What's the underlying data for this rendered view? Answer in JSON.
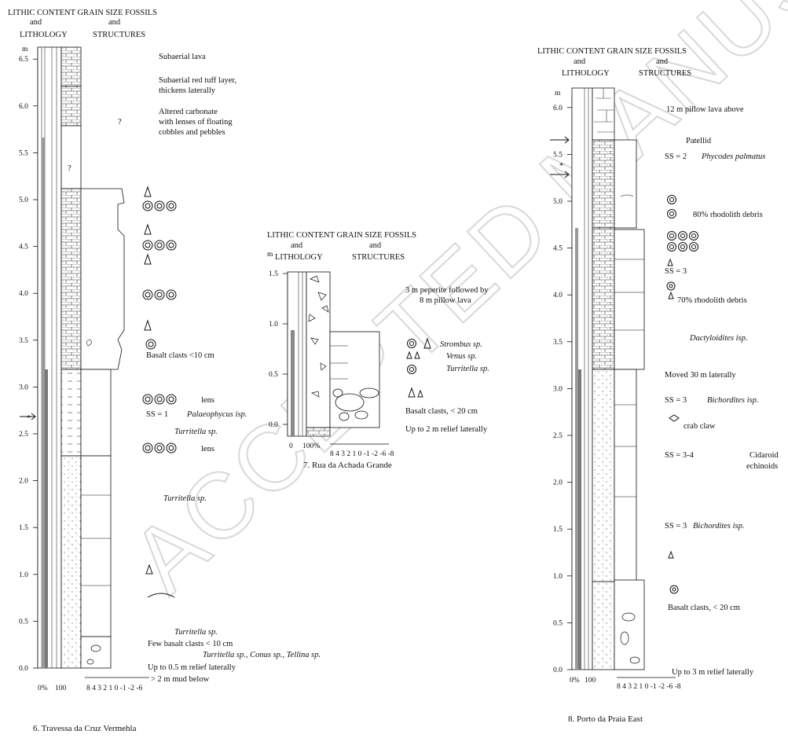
{
  "watermark": "ACCEPTED MANUSCRIPT",
  "sections": [
    {
      "id": "s6",
      "caption": "6. Travessa da Cruz Vermehla",
      "header": {
        "line1": "LITHIC CONTENT  GRAIN SIZE  FOSSILS",
        "line2a": "and",
        "line2b": "and",
        "line3a": "LITHOLOGY",
        "line3b": "STRUCTURES"
      },
      "axis_unit": "m",
      "height_ticks": [
        "0.0",
        "0.5",
        "1.0",
        "1.5",
        "2.0",
        "2.5",
        "3.0",
        "3.5",
        "4.0",
        "4.5",
        "5.0",
        "5.5",
        "6.0",
        "6.5"
      ],
      "lithic_scale": [
        "0%",
        "100"
      ],
      "grain_scale": "8   4 3 2 1 0 -1 -2 -6",
      "notes": {
        "n1": "Subaerial lava",
        "n2a": "Subaerial red tuff layer,",
        "n2b": "thickens laterally",
        "n3a": "Altered carbonate",
        "n3b": "with lenses of floating",
        "n3c": "cobbles and pebbles",
        "n4": "Basalt clasts <10 cm",
        "n5": "lens",
        "n6": "SS = 1",
        "n6b": "Palaeophycus isp.",
        "n7": "Turritella sp.",
        "n8": "lens",
        "n9": "Turritella sp.",
        "n10": "Turritella sp.",
        "n11": "Few basalt clasts < 10 cm",
        "n12": "Turritella sp., Conus sp., Tellina sp.",
        "n13": "Up to 0.5 m relief laterally",
        "n14": "> 2 m mud below",
        "q": "?"
      }
    },
    {
      "id": "s7",
      "caption": "7. Rua da Achada Grande",
      "header": {
        "line1": "LITHIC CONTENT  GRAIN SIZE  FOSSILS",
        "line2a": "and",
        "line2b": "and",
        "line3a": "LITHOLOGY",
        "line3b": "STRUCTURES"
      },
      "axis_unit": "m",
      "height_ticks": [
        "0.0",
        "0.5",
        "1.0",
        "1.5"
      ],
      "lithic_scale": [
        "0",
        "100%"
      ],
      "grain_scale": "8   4 3 2 1 0 -1 -2 -6 -8",
      "notes": {
        "n1a": "3 m peperite followed by",
        "n1b": "8 m pillow lava",
        "n2": "Strombus sp.",
        "n3": "Venus sp.",
        "n4": "Turritella sp.",
        "n5": "Basalt clasts, < 20 cm",
        "n6": "Up to 2 m relief laterally"
      }
    },
    {
      "id": "s8",
      "caption": "8. Porto da Praia East",
      "header": {
        "line1": "LITHIC CONTENT  GRAIN SIZE  FOSSILS",
        "line2a": "and",
        "line2b": "and",
        "line3a": "LITHOLOGY",
        "line3b": "STRUCTURES"
      },
      "axis_unit": "m",
      "height_ticks": [
        "0.0",
        "0.5",
        "1.0",
        "1.5",
        "2.0",
        "2.5",
        "3.0",
        "3.5",
        "4.0",
        "4.5",
        "5.0",
        "5.5",
        "6.0"
      ],
      "lithic_scale": [
        "0%",
        "100"
      ],
      "grain_scale": "8   4 3 2 1 0 -1 -2 -6 -8",
      "notes": {
        "n1": "12 m pillow lava above",
        "n2": "Patellid",
        "n3": "SS = 2",
        "n3b": "Phycodes palmatus",
        "n4": "80% rhodolith debris",
        "n5": "SS = 3",
        "n6": "70% rhodolith debris",
        "n7": "Dactyloidites isp.",
        "n8": "Moved 30 m laterally",
        "n9": "SS = 3",
        "n9b": "Bichordites isp.",
        "n10": "crab claw",
        "n11": "SS = 3-4",
        "n11b": "Cidaroid",
        "n11c": "echinoids",
        "n12": "SS = 3",
        "n12b": "Bichordites isp.",
        "n13": "Basalt clasts, < 20 cm",
        "n14": "Up to 3 m relief laterally"
      }
    }
  ]
}
